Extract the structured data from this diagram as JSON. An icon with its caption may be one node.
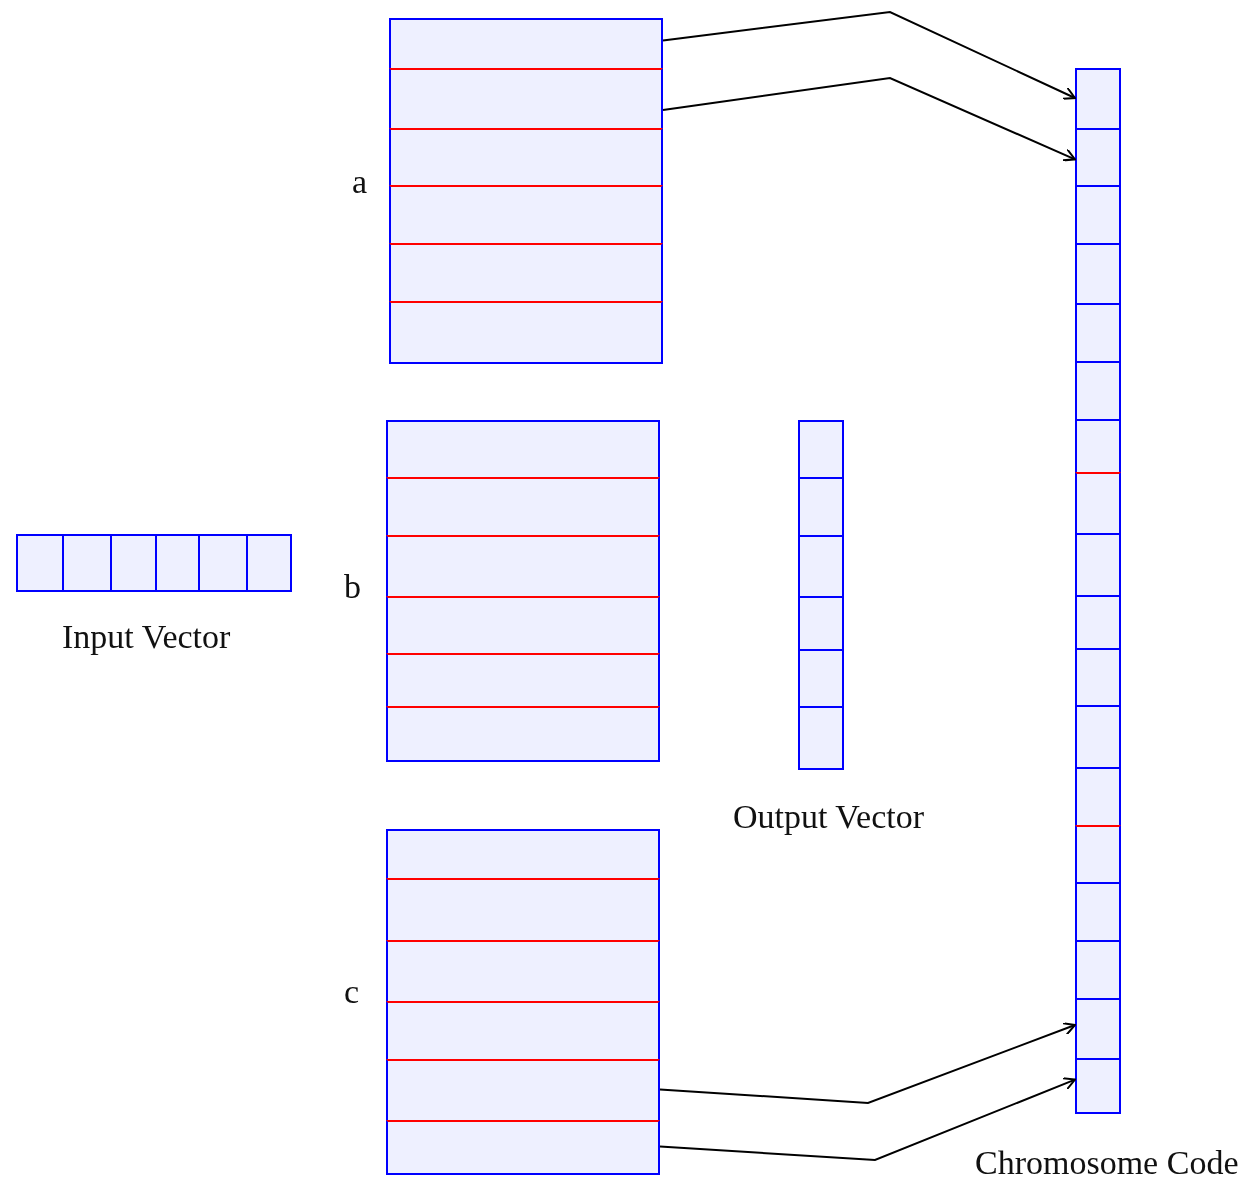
{
  "diagram": {
    "nodes": [
      {
        "text": [],
        "shape": "box",
        "beside": [
          "a"
        ]
      },
      {
        "text": [],
        "shape": "box",
        "in": 0
      },
      {
        "text": [],
        "shape": "box",
        "in": 0
      },
      {
        "text": [],
        "shape": "box",
        "in": 0
      },
      {
        "text": [],
        "shape": "box",
        "in": 0
      },
      {
        "text": [],
        "shape": "box",
        "in": 0
      },
      {
        "text": [],
        "shape": "box",
        "in": 0
      },
      {
        "text": [],
        "shape": "box",
        "beside": [
          "b"
        ]
      },
      {
        "text": [],
        "shape": "box",
        "in": 7
      },
      {
        "text": [],
        "shape": "box",
        "in": 7
      },
      {
        "text": [],
        "shape": "box",
        "in": 7
      },
      {
        "text": [],
        "shape": "box",
        "in": 7
      },
      {
        "text": [],
        "shape": "box",
        "in": 7
      },
      {
        "text": [],
        "shape": "box",
        "in": 7
      },
      {
        "text": [],
        "shape": "box",
        "beside": [
          "c"
        ]
      },
      {
        "text": [],
        "shape": "box",
        "in": 14
      },
      {
        "text": [],
        "shape": "box",
        "in": 14
      },
      {
        "text": [],
        "shape": "box",
        "in": 14
      },
      {
        "text": [],
        "shape": "box",
        "in": 14
      },
      {
        "text": [],
        "shape": "box",
        "in": 14
      },
      {
        "text": [],
        "shape": "box",
        "in": 14
      },
      {
        "text": [],
        "shape": "box",
        "beside": [
          "Input Vector"
        ]
      },
      {
        "text": [],
        "shape": "box",
        "in": 21
      },
      {
        "text": [],
        "shape": "box",
        "in": 21
      },
      {
        "text": [],
        "shape": "box",
        "in": 21
      },
      {
        "text": [],
        "shape": "box",
        "in": 21
      },
      {
        "text": [],
        "shape": "box",
        "in": 21
      },
      {
        "text": [],
        "shape": "box",
        "in": 21
      },
      {
        "text": [],
        "shape": "box",
        "beside": [
          "Output Vector"
        ]
      },
      {
        "text": [],
        "shape": "box",
        "in": 28
      },
      {
        "text": [],
        "shape": "box",
        "in": 28
      },
      {
        "text": [],
        "shape": "box",
        "in": 28
      },
      {
        "text": [],
        "shape": "box",
        "in": 28
      },
      {
        "text": [],
        "shape": "box",
        "in": 28
      },
      {
        "text": [],
        "shape": "box",
        "in": 28
      },
      {
        "text": [],
        "shape": "box",
        "beside": [
          "Chromosome Code"
        ]
      },
      {
        "text": [],
        "shape": "box",
        "in": 35
      },
      {
        "text": [],
        "shape": "box",
        "in": 35
      },
      {
        "text": [],
        "shape": "box",
        "in": 35
      },
      {
        "text": [],
        "shape": "box",
        "in": 35
      },
      {
        "text": [],
        "shape": "box",
        "in": 35
      },
      {
        "text": [],
        "shape": "box",
        "in": 35
      },
      {
        "text": [],
        "shape": "box",
        "in": 35
      },
      {
        "text": [],
        "shape": "box",
        "in": 35
      },
      {
        "text": [],
        "shape": "box",
        "in": 35
      },
      {
        "text": [],
        "shape": "box",
        "in": 35
      },
      {
        "text": [],
        "shape": "box",
        "in": 35
      },
      {
        "text": [],
        "shape": "box",
        "in": 35
      },
      {
        "text": [],
        "shape": "box",
        "in": 35
      },
      {
        "text": [],
        "shape": "box",
        "in": 35
      },
      {
        "text": [],
        "shape": "box",
        "in": 35
      },
      {
        "text": [],
        "shape": "box",
        "in": 35
      },
      {
        "text": [],
        "shape": "box",
        "in": 35
      },
      {
        "text": [],
        "shape": "box",
        "in": 35
      }
    ],
    "edges": [
      {
        "from": 1,
        "to": 36,
        "arrow": "to"
      },
      {
        "from": 2,
        "to": 37,
        "arrow": "to"
      },
      {
        "from": 19,
        "to": 52,
        "arrow": "to"
      },
      {
        "from": 20,
        "to": 53,
        "arrow": "to"
      }
    ]
  }
}
